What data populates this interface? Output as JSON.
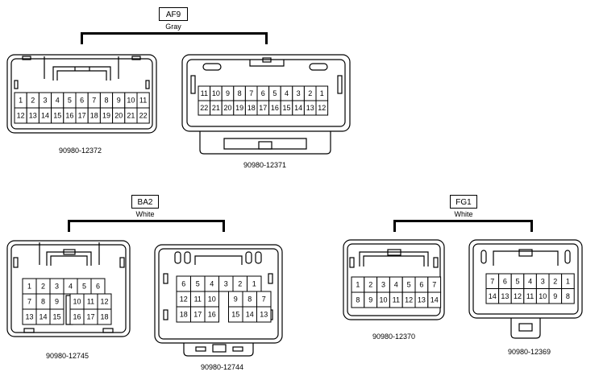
{
  "groups": [
    {
      "code": "AF9",
      "color": "Gray"
    },
    {
      "code": "BA2",
      "color": "White"
    },
    {
      "code": "FG1",
      "color": "White"
    }
  ],
  "connectors": [
    {
      "part_number": "90980-12372",
      "rows": [
        [
          "1",
          "2",
          "3",
          "4",
          "5",
          "6",
          "7",
          "8",
          "9",
          "10",
          "11"
        ],
        [
          "12",
          "13",
          "14",
          "15",
          "16",
          "17",
          "18",
          "19",
          "20",
          "21",
          "22"
        ]
      ]
    },
    {
      "part_number": "90980-12371",
      "rows": [
        [
          "11",
          "10",
          "9",
          "8",
          "7",
          "6",
          "5",
          "4",
          "3",
          "2",
          "1"
        ],
        [
          "22",
          "21",
          "20",
          "19",
          "18",
          "17",
          "16",
          "15",
          "14",
          "13",
          "12"
        ]
      ]
    },
    {
      "part_number": "90980-12745",
      "rows": [
        [
          "1",
          "2",
          "3",
          "4",
          "5",
          "6"
        ],
        [
          "7",
          "8",
          "9",
          "",
          "10",
          "11",
          "12"
        ],
        [
          "13",
          "14",
          "15",
          "",
          "16",
          "17",
          "18"
        ]
      ]
    },
    {
      "part_number": "90980-12744",
      "rows": [
        [
          "6",
          "5",
          "4",
          "3",
          "2",
          "1"
        ],
        [
          "12",
          "11",
          "10",
          "",
          "9",
          "8",
          "7"
        ],
        [
          "18",
          "17",
          "16",
          "",
          "15",
          "14",
          "13"
        ]
      ]
    },
    {
      "part_number": "90980-12370",
      "rows": [
        [
          "1",
          "2",
          "3",
          "4",
          "5",
          "6",
          "7"
        ],
        [
          "8",
          "9",
          "10",
          "11",
          "12",
          "13",
          "14"
        ]
      ]
    },
    {
      "part_number": "90980-12369",
      "rows": [
        [
          "7",
          "6",
          "5",
          "4",
          "3",
          "2",
          "1"
        ],
        [
          "14",
          "13",
          "12",
          "11",
          "10",
          "9",
          "8"
        ]
      ]
    }
  ]
}
